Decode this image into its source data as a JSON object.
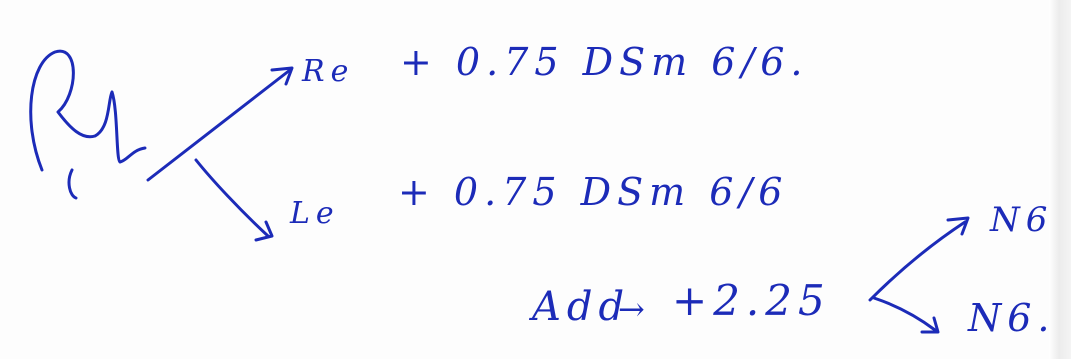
{
  "ink_color": "#1c2bb8",
  "lines": {
    "re": "Re",
    "re_add": "+ 0.75 DSm 6/6.",
    "le": "Le",
    "le_add": "+ 0.75 DSm 6/6",
    "add": "Add",
    "add_value": "+2.25",
    "n6_top": "N6",
    "n6_bottom": "N6."
  }
}
